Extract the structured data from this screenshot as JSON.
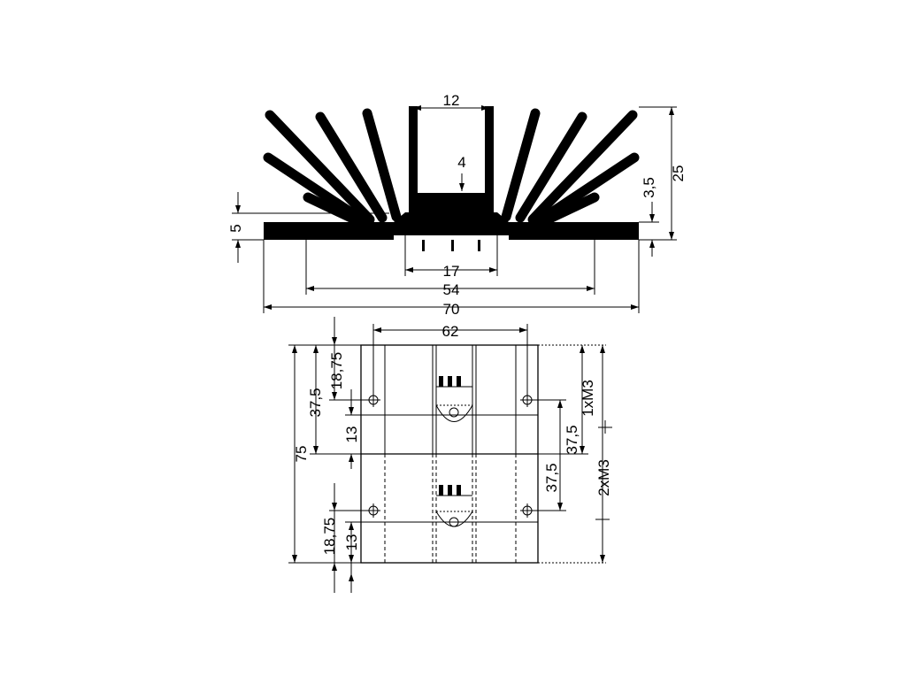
{
  "top_view": {
    "dims": {
      "channel_width": "12",
      "base_thickness_center": "4",
      "fin_height": "25",
      "edge_step": "3,5",
      "base_thickness_side": "5",
      "slot_width": "17",
      "base_width": "54",
      "overall_width": "70"
    }
  },
  "bottom_view": {
    "dims": {
      "hole_spacing": "62",
      "overall_length": "75",
      "half_length_left": "37,5",
      "hole_offset_top": "18,75",
      "slot_offset_top": "13",
      "hole_offset_bottom": "18,75",
      "slot_offset_bottom": "13",
      "half_length_right_a": "37,5",
      "half_length_right_b": "37,5",
      "thread_single": "1xM3",
      "thread_double": "2xM3"
    }
  },
  "colors": {
    "ink": "#000000",
    "paper": "#ffffff"
  }
}
